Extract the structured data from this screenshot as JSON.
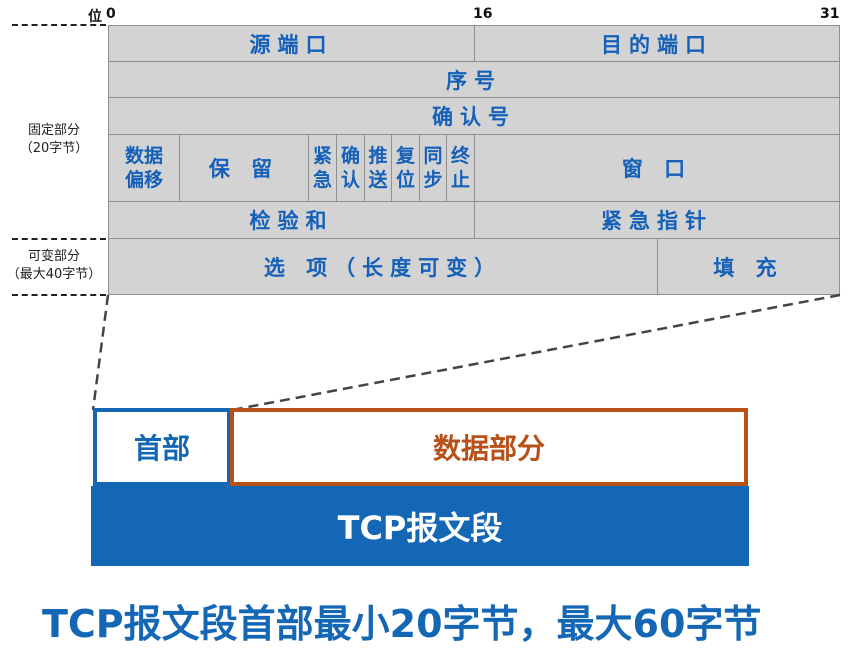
{
  "bit_labels": {
    "prefix": "位",
    "b0": "0",
    "b16": "16",
    "b31": "31"
  },
  "fields": {
    "src_port": "源端口",
    "dst_port": "目的端口",
    "seq": "序号",
    "ack_num": "确认号",
    "data_offset": "数据偏移",
    "reserved": "保 留",
    "urg": "紧急",
    "ack": "确认",
    "psh": "推送",
    "rst": "复位",
    "syn": "同步",
    "fin": "终止",
    "window": "窗 口",
    "checksum": "检验和",
    "urgent_ptr": "紧急指针",
    "options": "选 项（长度可变）",
    "padding": "填 充"
  },
  "side_labels": {
    "fixed": "固定部分",
    "fixed_size": "（20字节）",
    "variable": "可变部分",
    "variable_size": "（最大40字节）"
  },
  "segment": {
    "header": "首部",
    "data": "数据部分",
    "whole": "TCP报文段"
  },
  "caption": "TCP报文段首部最小20字节，最大60字节",
  "colors": {
    "blue": "#1467b5",
    "orange": "#b8501a",
    "cell_bg": "#d3d3d3"
  }
}
